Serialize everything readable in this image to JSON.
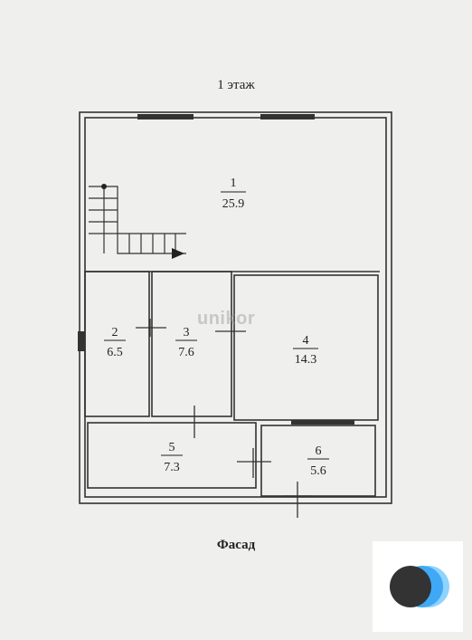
{
  "plan": {
    "title": "1 этаж",
    "facade_label": "Фасад",
    "watermark": "unikor"
  },
  "rooms": [
    {
      "number": "1",
      "area": "25.9"
    },
    {
      "number": "2",
      "area": "6.5"
    },
    {
      "number": "3",
      "area": "7.6"
    },
    {
      "number": "4",
      "area": "14.3"
    },
    {
      "number": "5",
      "area": "7.3"
    },
    {
      "number": "6",
      "area": "5.6"
    }
  ],
  "colors": {
    "wall": "#333333",
    "paper": "#efefed",
    "logo_dark": "#333333",
    "logo_blue": "#3fa9f5",
    "logo_light_blue": "#8fd3ff"
  },
  "icons": {
    "logo": "overlapping-circles-logo",
    "stair_arrow": "arrow-right-icon"
  }
}
